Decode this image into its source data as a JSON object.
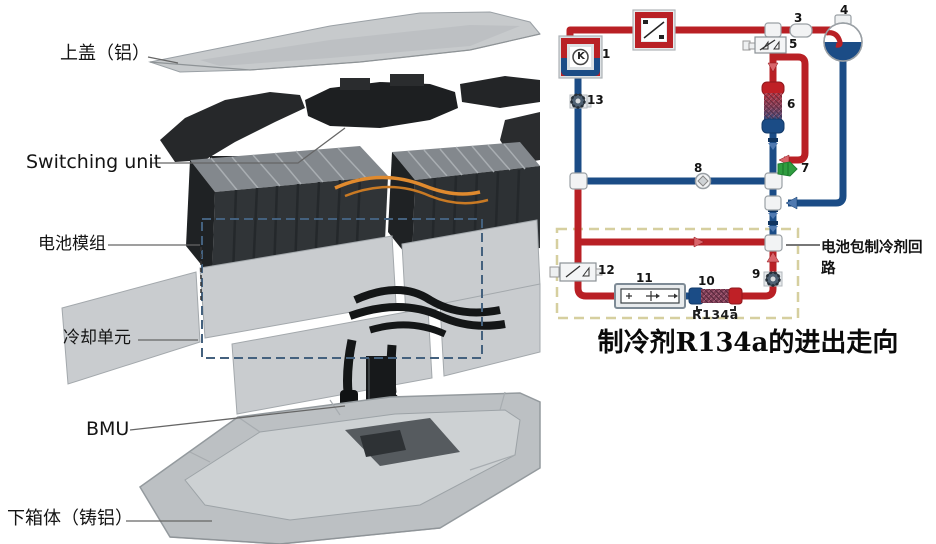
{
  "colors": {
    "pipe_red": "#b92025",
    "pipe_blue": "#1b4c86",
    "selection_dashed": "#44617e",
    "circuit_box_dashed": "#d6cf9f",
    "green_fitting": "#2f9d3f"
  },
  "left_diagram": {
    "labels": {
      "top_cover": "上盖（铝）",
      "switching_unit": "Switching unit",
      "battery_module": "电池模组",
      "cooling_unit": "冷却单元",
      "bmu": "BMU",
      "lower_case": "下箱体（铸铝）"
    }
  },
  "right_diagram": {
    "component_numbers": [
      "1",
      "3",
      "4",
      "5",
      "6",
      "7",
      "8",
      "9",
      "10",
      "11",
      "12",
      "13"
    ],
    "compressor_glyph": "K",
    "refrigerant_label": "R134a",
    "circuit_label": "电池包制冷剂回路",
    "caption": "制冷剂R134a的进出走向"
  }
}
